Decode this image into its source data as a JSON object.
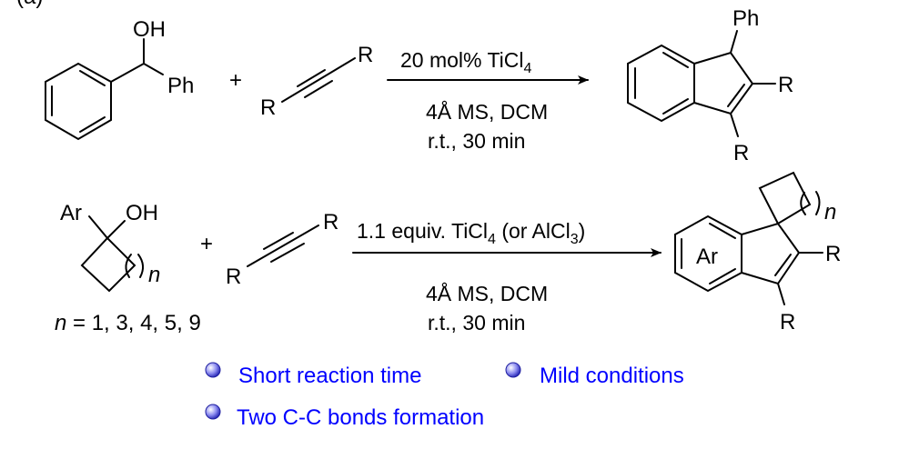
{
  "panel_label": "(a)",
  "reaction1": {
    "reactant1": {
      "oh": "OH",
      "ph": "Ph"
    },
    "plus": "+",
    "alkyne": {
      "r_left": "R",
      "r_right": "R"
    },
    "conditions": {
      "above_main": "20 mol% TiCl",
      "above_sub": "4",
      "below_line1": "4Å MS, DCM",
      "below_line2": "r.t., 30 min"
    },
    "product": {
      "ph": "Ph",
      "r2": "R",
      "r3": "R"
    }
  },
  "reaction2": {
    "reactant1": {
      "ar": "Ar",
      "oh": "OH",
      "n": "n",
      "n_values_prefix": "n",
      "n_values": " = 1, 3, 4, 5, 9"
    },
    "plus": "+",
    "alkyne": {
      "r_left": "R",
      "r_right": "R"
    },
    "conditions": {
      "above_part1": "1.1 equiv. TiCl",
      "above_sub1": "4",
      "above_part2": " (or AlCl",
      "above_sub2": "3",
      "above_part3": ")",
      "below_line1": "4Å MS, DCM",
      "below_line2": "r.t., 30 min"
    },
    "product": {
      "ar": "Ar",
      "n": "n",
      "r2": "R",
      "r3": "R"
    }
  },
  "highlights": [
    {
      "text": "Short reaction time"
    },
    {
      "text": "Mild conditions"
    },
    {
      "text": "Two C-C bonds formation"
    }
  ],
  "colors": {
    "highlight": "#0000ff",
    "bullet": "#3a3ad8"
  }
}
